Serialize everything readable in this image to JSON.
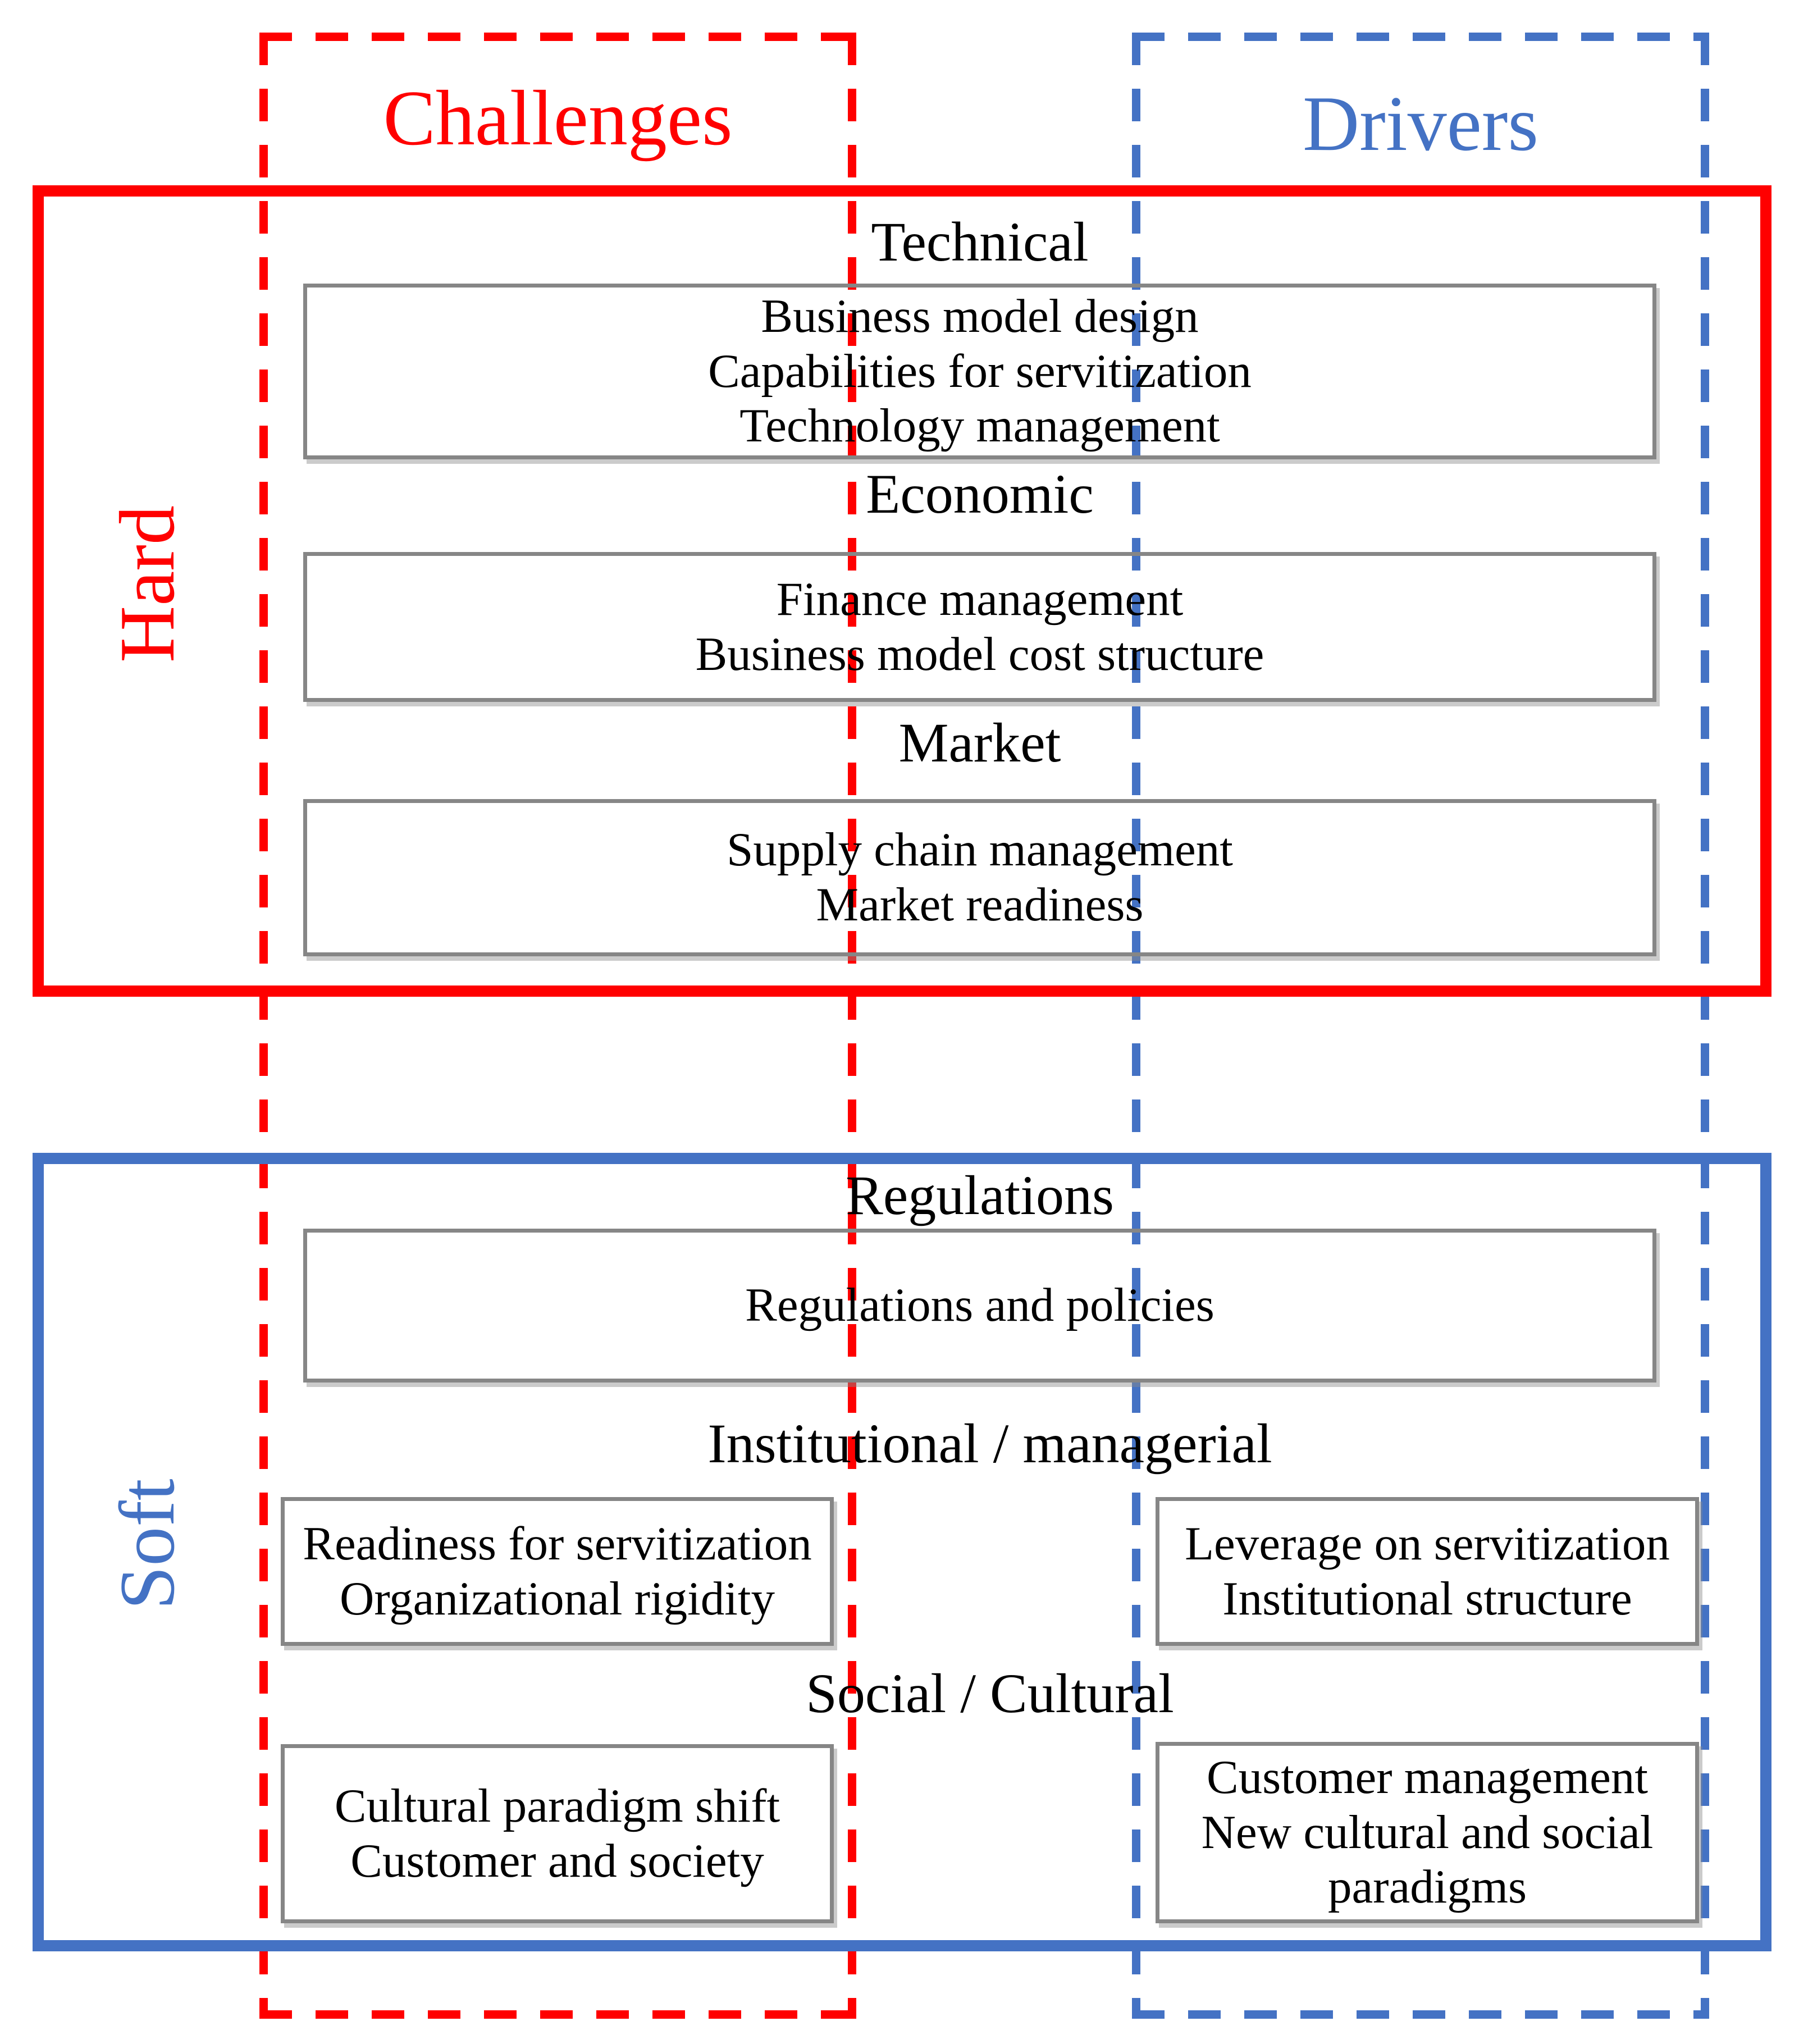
{
  "colors": {
    "challenges_red": "#ff0000",
    "drivers_blue": "#4472c4",
    "content_box_border_gray": "#868686",
    "text_black": "#000000"
  },
  "columns": {
    "challenges_label": "Challenges",
    "drivers_label": "Drivers"
  },
  "groups": {
    "hard_label": "Hard",
    "soft_label": "Soft"
  },
  "hard_sections": {
    "technical": {
      "heading": "Technical",
      "items": [
        "Business model design",
        "Capabilities for servitization",
        "Technology management"
      ]
    },
    "economic": {
      "heading": "Economic",
      "items": [
        "Finance management",
        "Business model cost structure"
      ]
    },
    "market": {
      "heading": "Market",
      "items": [
        "Supply chain management",
        "Market readiness"
      ]
    }
  },
  "soft_sections": {
    "regulations": {
      "heading": "Regulations",
      "items": [
        "Regulations and policies"
      ]
    },
    "institutional": {
      "heading": "Institutional / managerial",
      "challenges_items": [
        "Readiness for servitization",
        "Organizational rigidity"
      ],
      "drivers_items": [
        "Leverage on servitization",
        "Institutional structure"
      ]
    },
    "social": {
      "heading": "Social / Cultural",
      "challenges_items": [
        "Cultural paradigm shift",
        "Customer and society"
      ],
      "drivers_items": [
        "Customer management",
        "New cultural and social paradigms"
      ]
    }
  }
}
